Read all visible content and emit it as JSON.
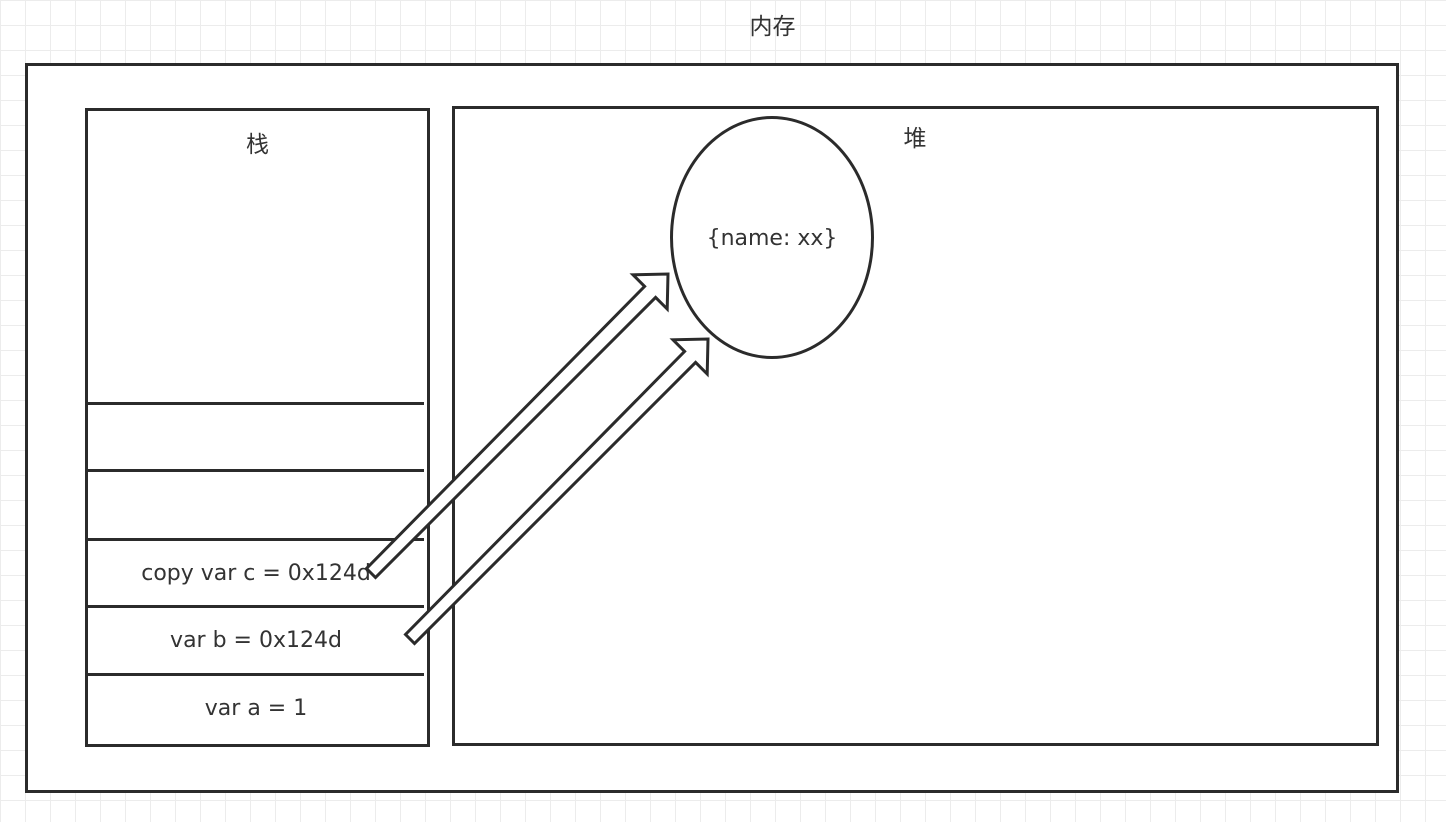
{
  "memory": {
    "title": "内存"
  },
  "stack": {
    "title": "栈",
    "cells": [
      {
        "label": ""
      },
      {
        "label": ""
      },
      {
        "label": "copy var c = 0x124d"
      },
      {
        "label": "var b = 0x124d"
      },
      {
        "label": "var a = 1"
      }
    ]
  },
  "heap": {
    "title": "堆",
    "object": {
      "label": "{name: xx}"
    }
  }
}
